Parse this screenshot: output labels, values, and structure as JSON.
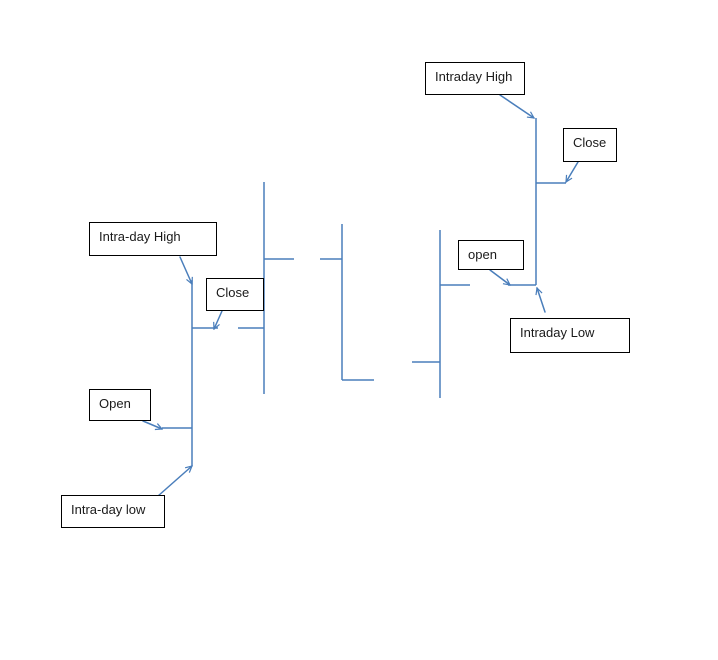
{
  "colors": {
    "line": "#4a7ebb",
    "box_border": "#000000",
    "text": "#1a1a1a",
    "background": "#ffffff"
  },
  "labels": {
    "left_high": "Intra-day High",
    "left_close": "Close",
    "left_open": "Open",
    "left_low": "Intra-day low",
    "right_high": "Intraday High",
    "right_close": "Close",
    "right_open": "open",
    "right_low": "Intraday Low"
  }
}
